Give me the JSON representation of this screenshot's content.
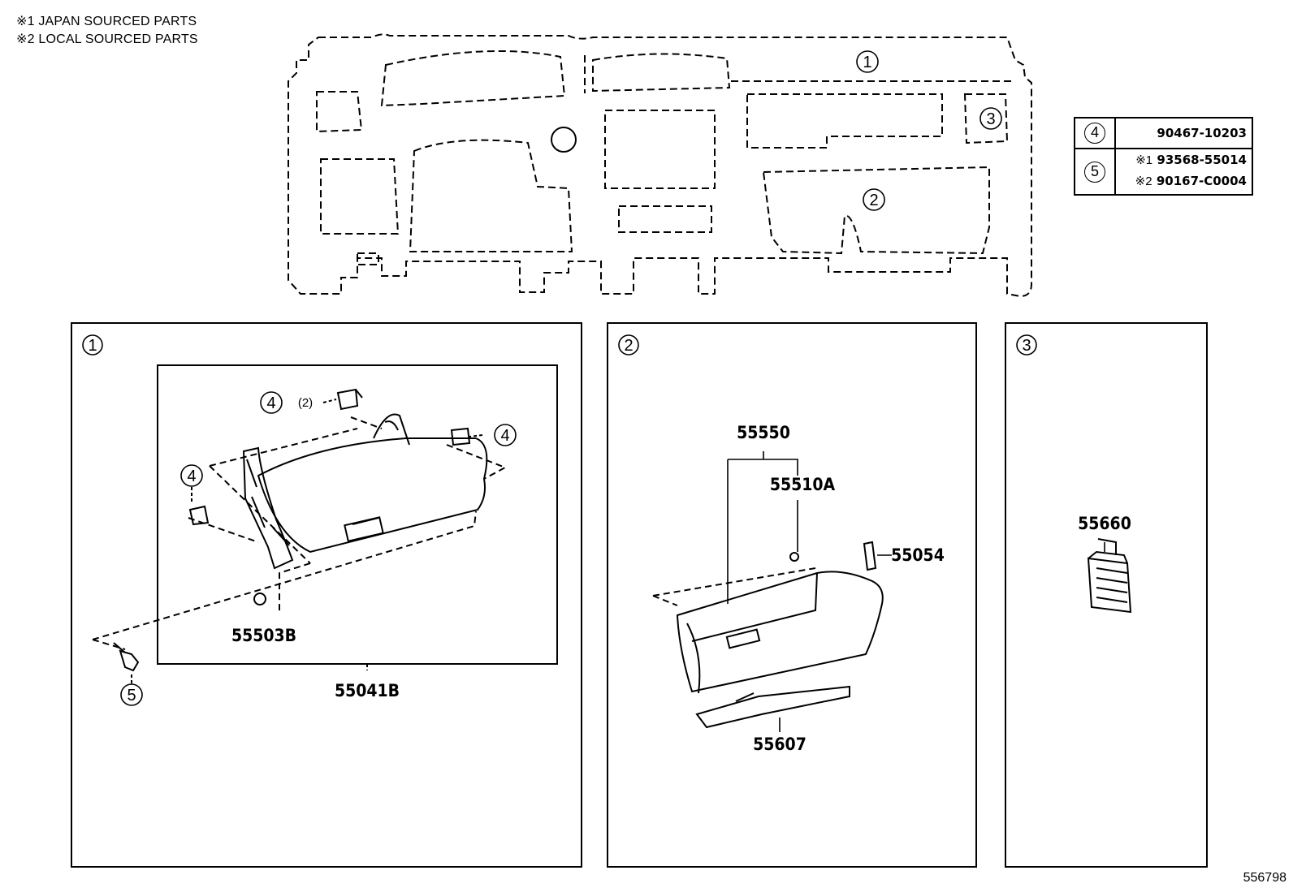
{
  "notes": {
    "note1": "※1 JAPAN SOURCED PARTS",
    "note2": "※2 LOCAL SOURCED PARTS"
  },
  "reference_code": "556798",
  "overview_callouts": [
    "1",
    "2",
    "3"
  ],
  "legend_table": {
    "row4": {
      "key": "4",
      "value": "90467-10203"
    },
    "row5": {
      "key": "5",
      "mark1": "※1",
      "value1": "93568-55014",
      "mark2": "※2",
      "value2": "90167-C0004"
    }
  },
  "panel1": {
    "label": "1",
    "callout_4_qty": "(2)",
    "callouts": [
      "4",
      "4",
      "4",
      "5"
    ],
    "parts": {
      "hinge_bolt": "55503B",
      "assembly": "55041B"
    }
  },
  "panel2": {
    "label": "2",
    "parts": {
      "box": "55550",
      "damper": "55510A",
      "striker": "55054",
      "lock": "55607"
    }
  },
  "panel3": {
    "label": "3",
    "parts": {
      "register": "55660"
    }
  }
}
